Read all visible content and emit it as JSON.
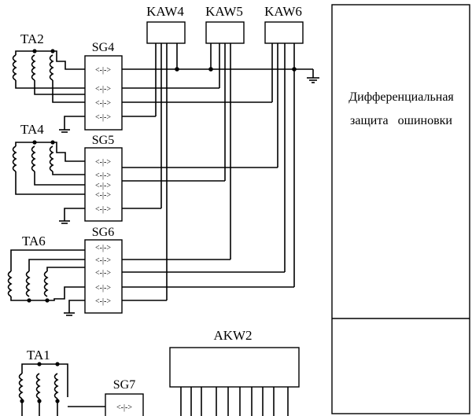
{
  "relays": {
    "kaw4": "KAW4",
    "kaw5": "KAW5",
    "kaw6": "KAW6",
    "akw2": "AKW2"
  },
  "transformers": {
    "ta2": "TA2",
    "ta4": "TA4",
    "ta6": "TA6",
    "ta1": "TA1"
  },
  "test_blocks": {
    "sg4": "SG4",
    "sg5": "SG5",
    "sg6": "SG6",
    "sg7": "SG7"
  },
  "panel": {
    "line1": "Дифференциальная",
    "line2": "защита   ошиновки"
  },
  "terminal_glyph": "<>"
}
